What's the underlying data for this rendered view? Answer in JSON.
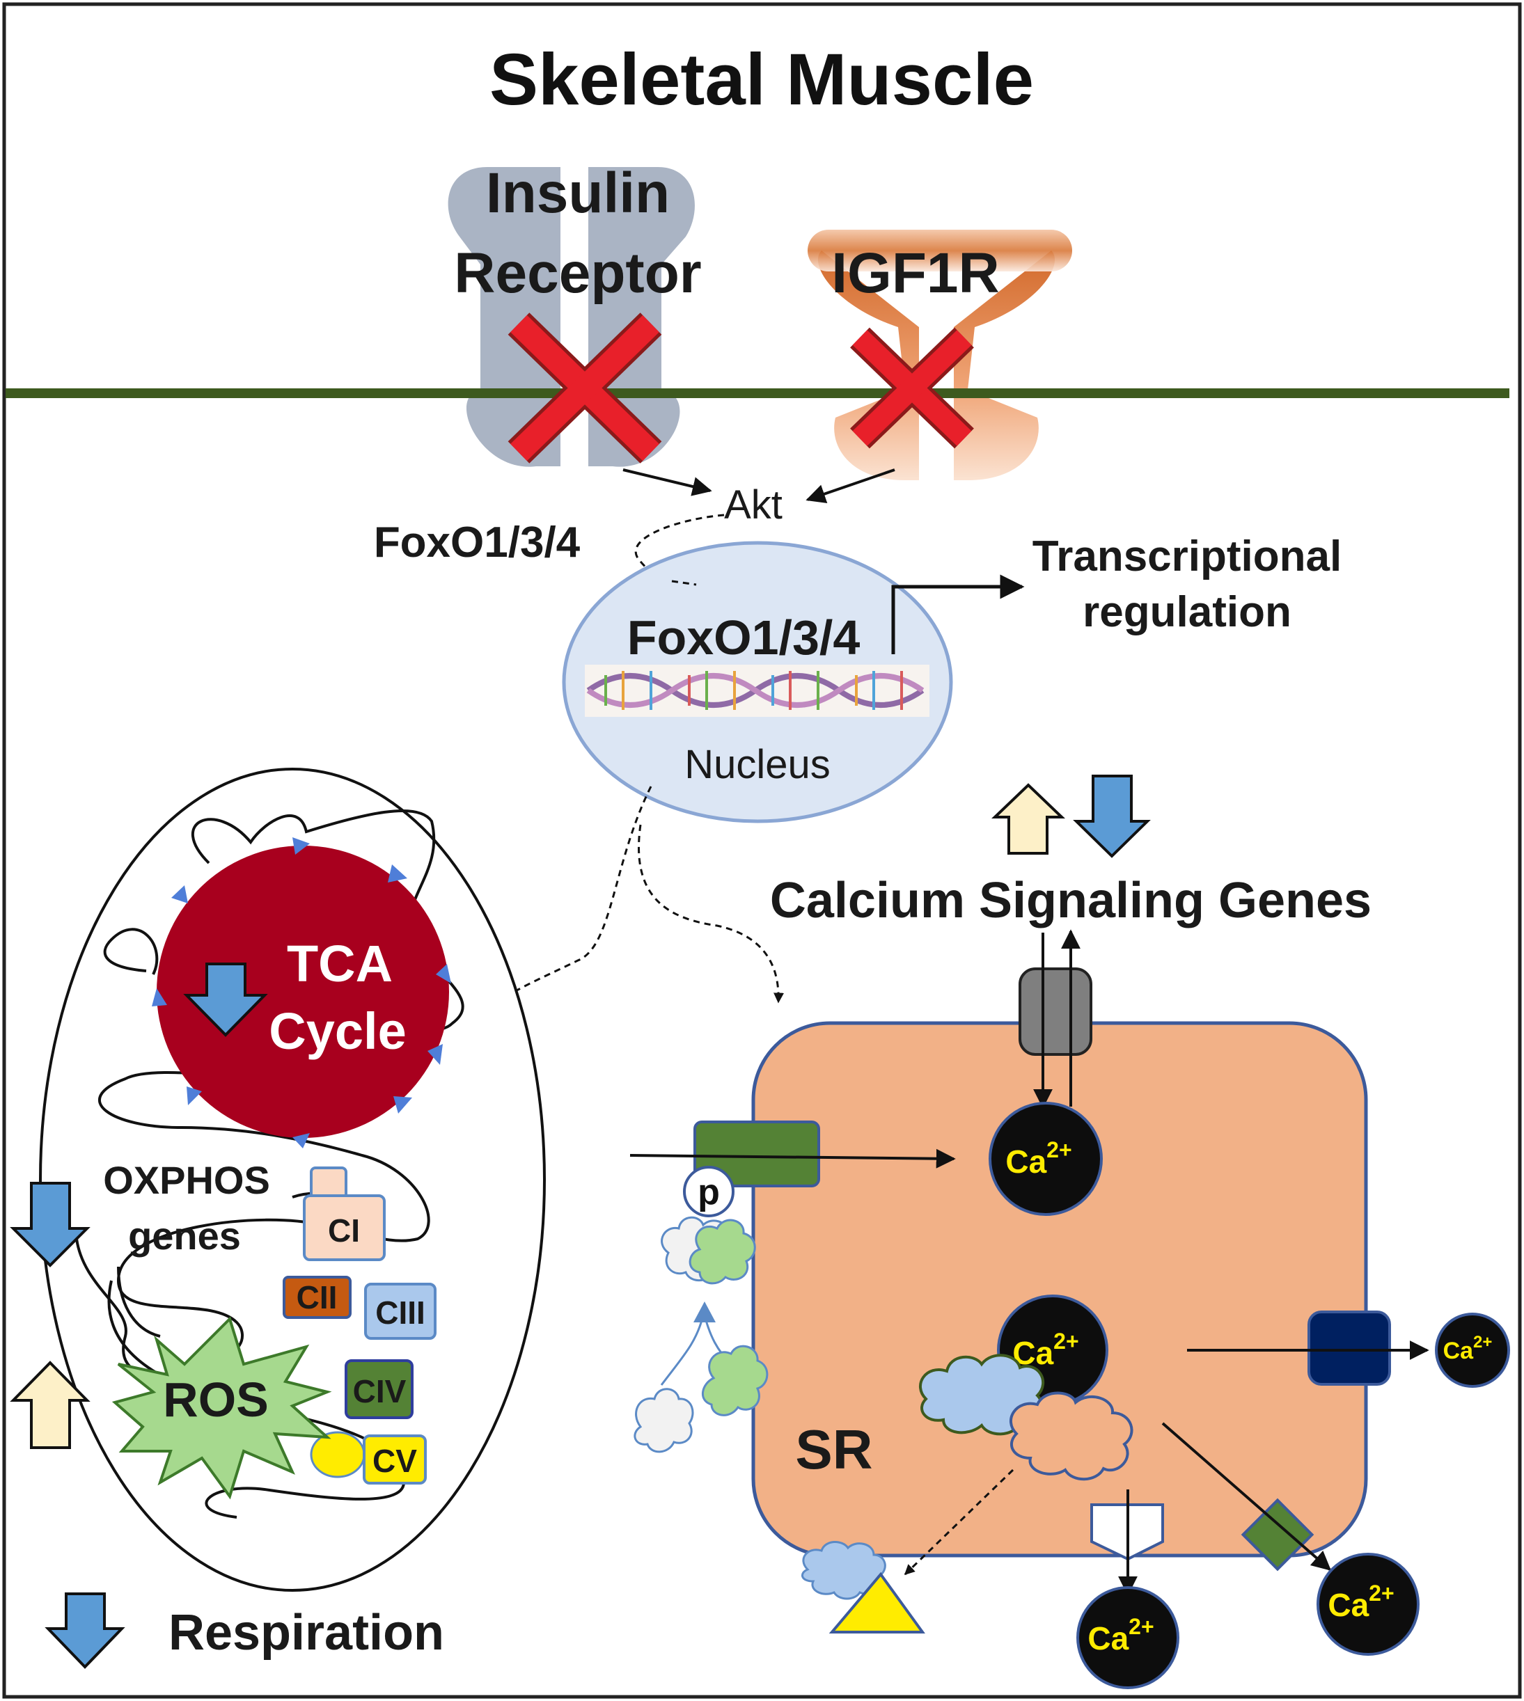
{
  "title": "Skeletal Muscle",
  "receptors": {
    "insulin_line1": "Insulin",
    "insulin_line2": "Receptor",
    "igf1r": "IGF1R"
  },
  "signaling": {
    "akt": "Akt",
    "foxo_cytoplasm": "FoxO1/3/4",
    "foxo_nucleus": "FoxO1/3/4",
    "nucleus": "Nucleus",
    "transcription_line1": "Transcriptional",
    "transcription_line2": "regulation"
  },
  "mitochondrion": {
    "tca_line1": "TCA",
    "tca_line2": "Cycle",
    "oxphos_line1": "OXPHOS",
    "oxphos_line2": "genes",
    "ros": "ROS",
    "complexes": [
      "CI",
      "CII",
      "CIII",
      "CIV",
      "CV"
    ]
  },
  "calcium": {
    "genes_label": "Calcium Signaling Genes",
    "sr_label": "SR",
    "ion_base": "Ca",
    "ion_charge": "2+",
    "phospho": "p"
  },
  "respiration": "Respiration",
  "colors": {
    "membrane": "#3d5a1e",
    "insulin_receptor": "#aab4c4",
    "igf1r": "#d9793a",
    "cross": "#e8202a",
    "tca": "#a8001e",
    "sr": "#f2b187",
    "arrow_down": "#5b9bd5",
    "arrow_up": "#fdf0c8",
    "ros": "#a6d98e"
  }
}
